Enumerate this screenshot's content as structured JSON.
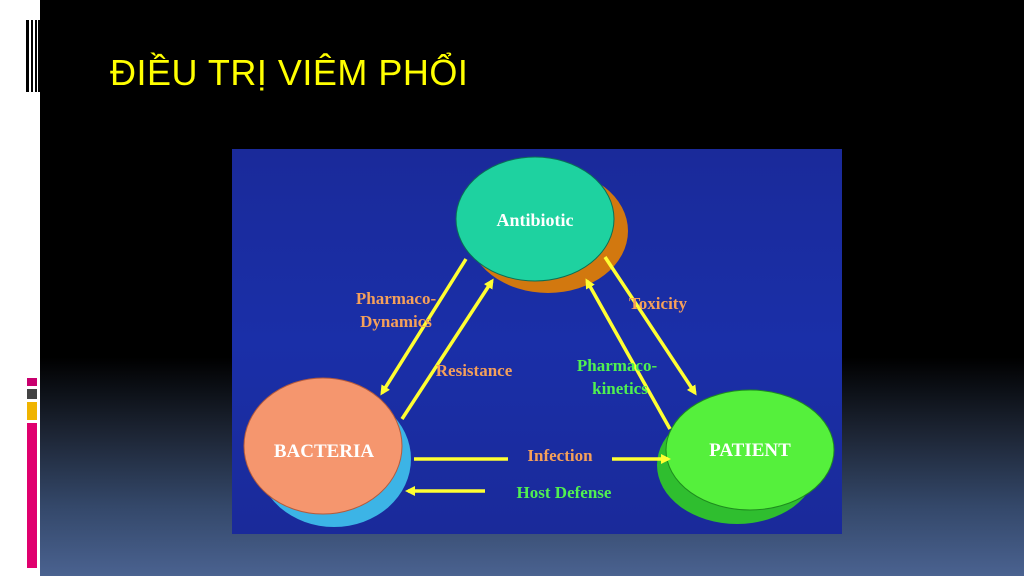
{
  "slide": {
    "title": "ĐIỀU TRỊ VIÊM PHỔI"
  },
  "diagram": {
    "nodes": {
      "antibiotic": "Antibiotic",
      "bacteria": "BACTERIA",
      "patient": "PATIENT"
    },
    "edges": {
      "pharmacodynamics_1": "Pharmaco-",
      "pharmacodynamics_2": "Dynamics",
      "resistance": "Resistance",
      "toxicity": "Toxicity",
      "pharmacokinetics_1": "Pharmaco-",
      "pharmacokinetics_2": "kinetics",
      "infection": "Infection",
      "host_defense": "Host Defense"
    },
    "colors": {
      "background": "#1a2fa8",
      "antibiotic_fill": "#1ed2a0",
      "antibiotic_shadow": "#d2780f",
      "bacteria_fill": "#f5966e",
      "bacteria_shadow": "#3cb4e6",
      "patient_fill": "#55f03c",
      "patient_shadow": "#2fbe2f",
      "arrow": "#ffff32",
      "label_orange": "#f5a05a",
      "label_green": "#50f050"
    }
  }
}
